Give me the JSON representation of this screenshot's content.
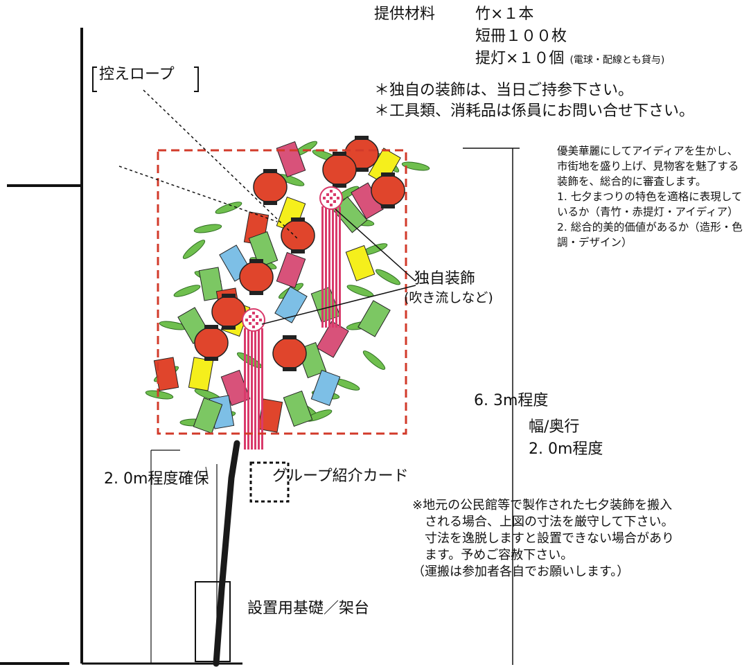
{
  "materials": {
    "label": "提供材料",
    "items": [
      {
        "text": "竹×１本",
        "note": ""
      },
      {
        "text": "短冊１００枚",
        "note": ""
      },
      {
        "text": "提灯×１０個",
        "note": "(電球・配線とも貸与)"
      }
    ]
  },
  "notices": [
    "＊独自の装飾は、当日ご持参下さい。",
    "＊工具類、消耗品は係員にお問い合せ下さい。"
  ],
  "criteria": {
    "intro": "優美華麗にしてアイディアを生かし、市街地を盛り上げ、見物客を魅了する装飾を、総合的に審査します。",
    "items": [
      "1. 七夕まつりの特色を適格に表現しているか（青竹・赤提灯・アイディア）",
      "2. 総合的美的価値があるか（造形・色調・デザイン）"
    ]
  },
  "labels": {
    "rope": "控えロープ",
    "decoration": "独自装飾",
    "decoration_sub": "(吹き流しなど)",
    "height": "6. 3m程度",
    "width_label": "幅/奥行",
    "width_value": "2. 0m程度",
    "clearance": "2. 0m程度確保",
    "group_card": "グループ紹介カード",
    "base": "設置用基礎／架台"
  },
  "caution": [
    "※地元の公民館等で製作された七夕装飾を搬入",
    "　される場合、上図の寸法を厳守して下さい。",
    "　寸法を逸脱しますと設置できない場合があり",
    "　ます。予めご容赦下さい。",
    "（運搬は参加者各自でお願いします。）"
  ],
  "colors": {
    "frame": "#d23a2a",
    "lantern": "#e0452c",
    "leaf": "#6fbf4e",
    "strip_yellow": "#f5ef1c",
    "strip_pink": "#d8527a",
    "strip_blue": "#7dbfe6",
    "strip_green": "#7cc763",
    "streamer": "#d93a6b",
    "pole": "#1a1a1a"
  }
}
